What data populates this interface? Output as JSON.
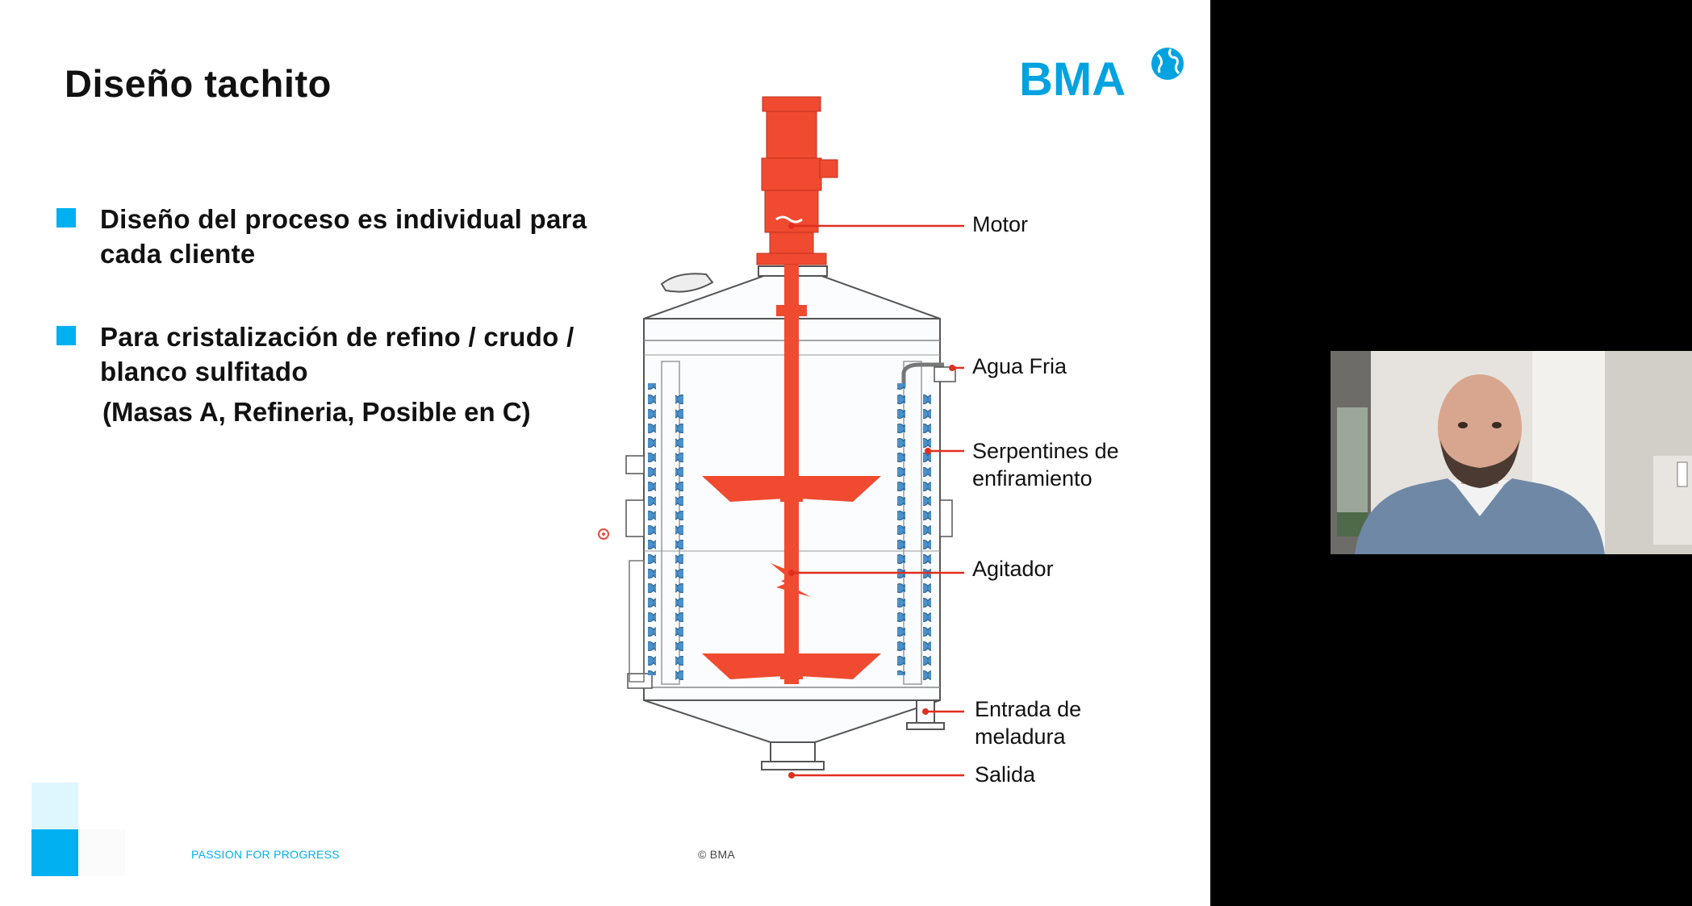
{
  "slide": {
    "title": "Diseño tachito",
    "logo_text": "BMA",
    "bullets": [
      {
        "lines": [
          "Diseño del proceso es individual para",
          "cada cliente"
        ]
      },
      {
        "lines": [
          "Para cristalización de refino / crudo /",
          "blanco sulfitado"
        ]
      }
    ],
    "sub_note": "(Masas A, Refineria, Posible en C)",
    "labels": {
      "motor": "Motor",
      "agua_fria": "Agua Fria",
      "serpentines": [
        "Serpentines de",
        "enfiramiento"
      ],
      "agitador": "Agitador",
      "entrada": [
        "Entrada de",
        "meladura"
      ],
      "salida": "Salida"
    },
    "footer": {
      "tagline": "PASSION FOR PROGRESS",
      "copyright": "© BMA"
    }
  },
  "icons": [
    "globe-icon",
    "bullet-square-icon",
    "laser-pointer-icon"
  ],
  "colors": {
    "accent": "#00b0f0",
    "motor_red": "#f04a30",
    "coil_blue": "#4a90c9",
    "background": "#000000"
  },
  "webcam": {
    "participant": "presenter"
  }
}
